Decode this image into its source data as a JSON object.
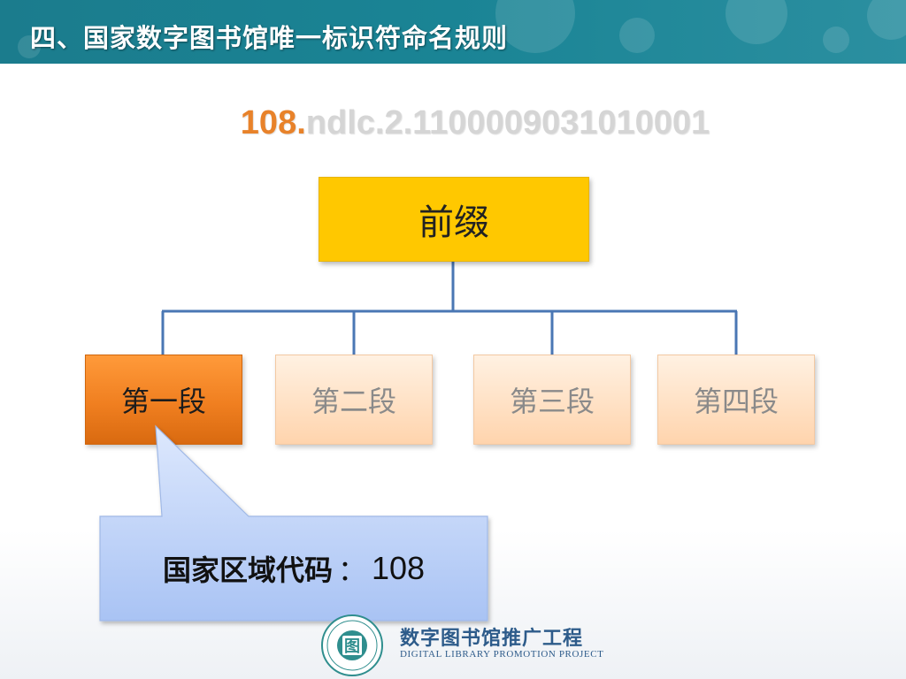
{
  "header": {
    "title": "四、国家数字图书馆唯一标识符命名规则"
  },
  "identifier": {
    "highlight": "108.",
    "rest": "ndlc.2.1100009031010001"
  },
  "diagram": {
    "root": "前缀",
    "segments": [
      {
        "label": "第一段",
        "active": true
      },
      {
        "label": "第二段",
        "active": false
      },
      {
        "label": "第三段",
        "active": false
      },
      {
        "label": "第四段",
        "active": false
      }
    ]
  },
  "callout": {
    "label": "国家区域代码",
    "separator": "：",
    "value": "108"
  },
  "brand": {
    "name_cn": "数字图书馆推广工程",
    "name_en": "DIGITAL LIBRARY PROMOTION PROJECT",
    "logo_char": "图"
  },
  "colors": {
    "header": "#1b7c8d",
    "prefix_box": "#ffc800",
    "active_segment": "#f07f20",
    "inactive_segment": "#ffd9b5",
    "connector": "#4a77b4",
    "callout": "#b4ccf7",
    "identifier_highlight": "#e8822a"
  }
}
